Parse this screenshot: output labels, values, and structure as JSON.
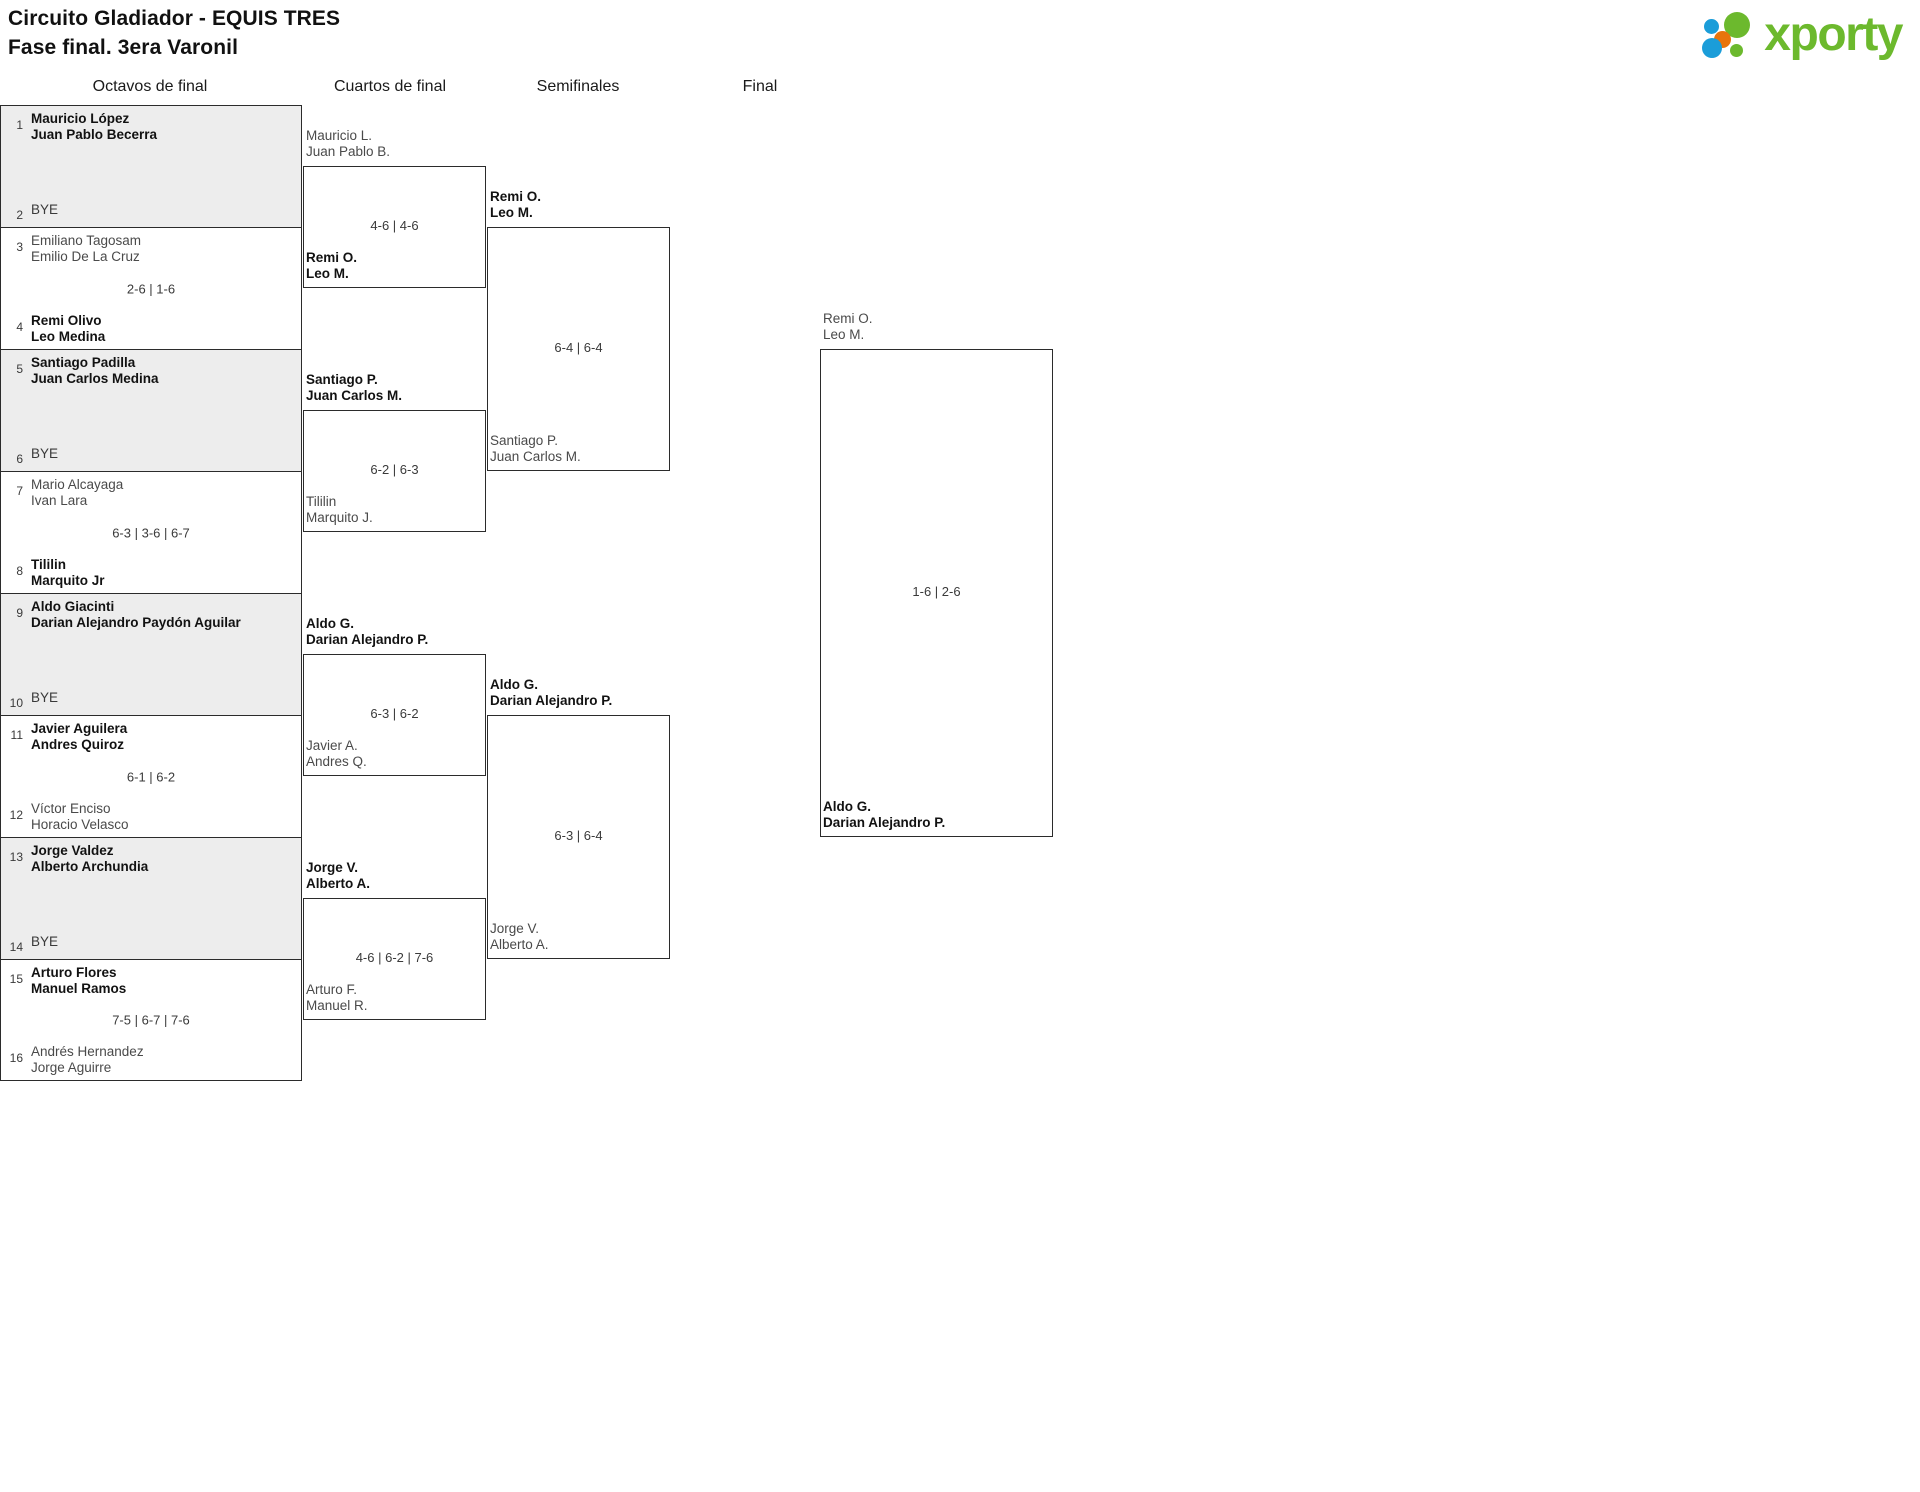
{
  "header": {
    "title_line1": "Circuito Gladiador - EQUIS TRES",
    "title_line2": "Fase final. 3era Varonil",
    "logo_text": "xporty"
  },
  "rounds": [
    {
      "id": "r16",
      "label": "Octavos de final"
    },
    {
      "id": "qf",
      "label": "Cuartos de final"
    },
    {
      "id": "sf",
      "label": "Semifinales"
    },
    {
      "id": "f",
      "label": "Final"
    }
  ],
  "round1": {
    "matches": [
      {
        "shaded": true,
        "score": "",
        "top": {
          "seed": "1",
          "bye": false,
          "winner": true,
          "p1": "Mauricio López",
          "p2": "Juan Pablo Becerra"
        },
        "bottom": {
          "seed": "2",
          "bye": true,
          "winner": false,
          "bye_label": "BYE"
        }
      },
      {
        "shaded": false,
        "score": "2-6 | 1-6",
        "top": {
          "seed": "3",
          "bye": false,
          "winner": false,
          "p1": "Emiliano Tagosam",
          "p2": "Emilio De La Cruz"
        },
        "bottom": {
          "seed": "4",
          "bye": false,
          "winner": true,
          "p1": "Remi Olivo",
          "p2": "Leo Medina"
        }
      },
      {
        "shaded": true,
        "score": "",
        "top": {
          "seed": "5",
          "bye": false,
          "winner": true,
          "p1": "Santiago Padilla",
          "p2": "Juan Carlos Medina"
        },
        "bottom": {
          "seed": "6",
          "bye": true,
          "winner": false,
          "bye_label": "BYE"
        }
      },
      {
        "shaded": false,
        "score": "6-3 | 3-6 | 6-7",
        "top": {
          "seed": "7",
          "bye": false,
          "winner": false,
          "p1": "Mario Alcayaga",
          "p2": "Ivan Lara"
        },
        "bottom": {
          "seed": "8",
          "bye": false,
          "winner": true,
          "p1": "Tililin",
          "p2": "Marquito Jr"
        }
      },
      {
        "shaded": true,
        "score": "",
        "top": {
          "seed": "9",
          "bye": false,
          "winner": true,
          "p1": "Aldo Giacinti",
          "p2": "Darian Alejandro Paydón Aguilar"
        },
        "bottom": {
          "seed": "10",
          "bye": true,
          "winner": false,
          "bye_label": "BYE"
        }
      },
      {
        "shaded": false,
        "score": "6-1 | 6-2",
        "top": {
          "seed": "11",
          "bye": false,
          "winner": true,
          "p1": "Javier Aguilera",
          "p2": "Andres Quiroz"
        },
        "bottom": {
          "seed": "12",
          "bye": false,
          "winner": false,
          "p1": "Víctor Enciso",
          "p2": "Horacio Velasco"
        }
      },
      {
        "shaded": true,
        "score": "",
        "top": {
          "seed": "13",
          "bye": false,
          "winner": true,
          "p1": "Jorge Valdez",
          "p2": "Alberto Archundia"
        },
        "bottom": {
          "seed": "14",
          "bye": true,
          "winner": false,
          "bye_label": "BYE"
        }
      },
      {
        "shaded": false,
        "score": "7-5 | 6-7 | 7-6",
        "top": {
          "seed": "15",
          "bye": false,
          "winner": true,
          "p1": "Arturo Flores",
          "p2": "Manuel Ramos"
        },
        "bottom": {
          "seed": "16",
          "bye": false,
          "winner": false,
          "p1": "Andrés Hernandez",
          "p2": "Jorge Aguirre"
        }
      }
    ]
  },
  "round2": {
    "matches": [
      {
        "score": "4-6 | 4-6",
        "top": {
          "winner": false,
          "p1": "Mauricio L.",
          "p2": "Juan Pablo B."
        },
        "bottom": {
          "winner": true,
          "p1": "Remi O.",
          "p2": "Leo M."
        }
      },
      {
        "score": "6-2 | 6-3",
        "top": {
          "winner": true,
          "p1": "Santiago P.",
          "p2": "Juan Carlos M."
        },
        "bottom": {
          "winner": false,
          "p1": "Tililin",
          "p2": "Marquito J."
        }
      },
      {
        "score": "6-3 | 6-2",
        "top": {
          "winner": true,
          "p1": "Aldo G.",
          "p2": "Darian Alejandro P."
        },
        "bottom": {
          "winner": false,
          "p1": "Javier A.",
          "p2": "Andres Q."
        }
      },
      {
        "score": "4-6 | 6-2 | 7-6",
        "top": {
          "winner": true,
          "p1": "Jorge V.",
          "p2": "Alberto A."
        },
        "bottom": {
          "winner": false,
          "p1": "Arturo F.",
          "p2": "Manuel R."
        }
      }
    ]
  },
  "round3": {
    "matches": [
      {
        "score": "6-4 | 6-4",
        "top": {
          "winner": true,
          "p1": "Remi O.",
          "p2": "Leo M."
        },
        "bottom": {
          "winner": false,
          "p1": "Santiago P.",
          "p2": "Juan Carlos M."
        }
      },
      {
        "score": "6-3 | 6-4",
        "top": {
          "winner": true,
          "p1": "Aldo G.",
          "p2": "Darian Alejandro P."
        },
        "bottom": {
          "winner": false,
          "p1": "Jorge V.",
          "p2": "Alberto A."
        }
      }
    ]
  },
  "round4": {
    "matches": [
      {
        "score": "1-6 | 2-6",
        "top": {
          "winner": false,
          "p1": "Remi O.",
          "p2": "Leo M."
        },
        "bottom": {
          "winner": true,
          "p1": "Aldo G.",
          "p2": "Darian Alejandro P."
        }
      }
    ]
  }
}
